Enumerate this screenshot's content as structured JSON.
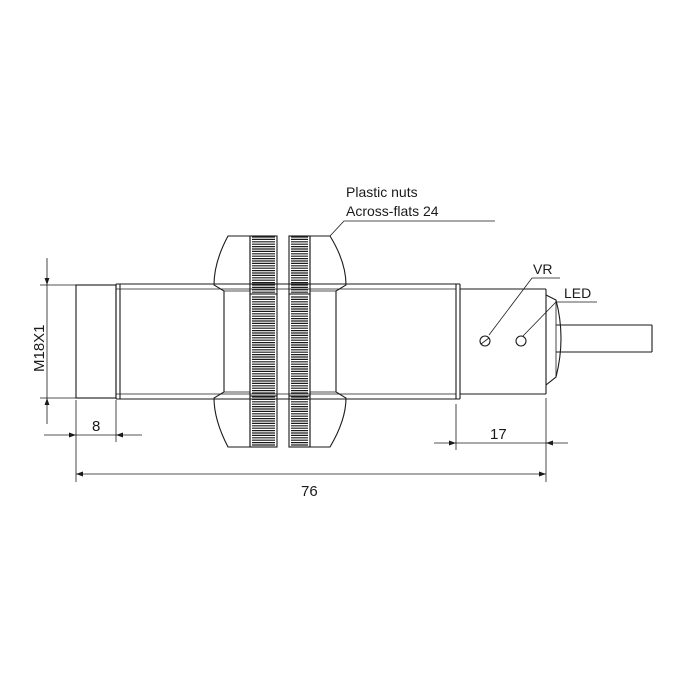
{
  "callouts": {
    "nuts_line1": "Plastic nuts",
    "nuts_line2": "Across-flats  24",
    "vr": "VR",
    "led": "LED"
  },
  "dimensions": {
    "thread": "M18X1",
    "front_length": "8",
    "rear_length": "17",
    "total_length": "76"
  }
}
